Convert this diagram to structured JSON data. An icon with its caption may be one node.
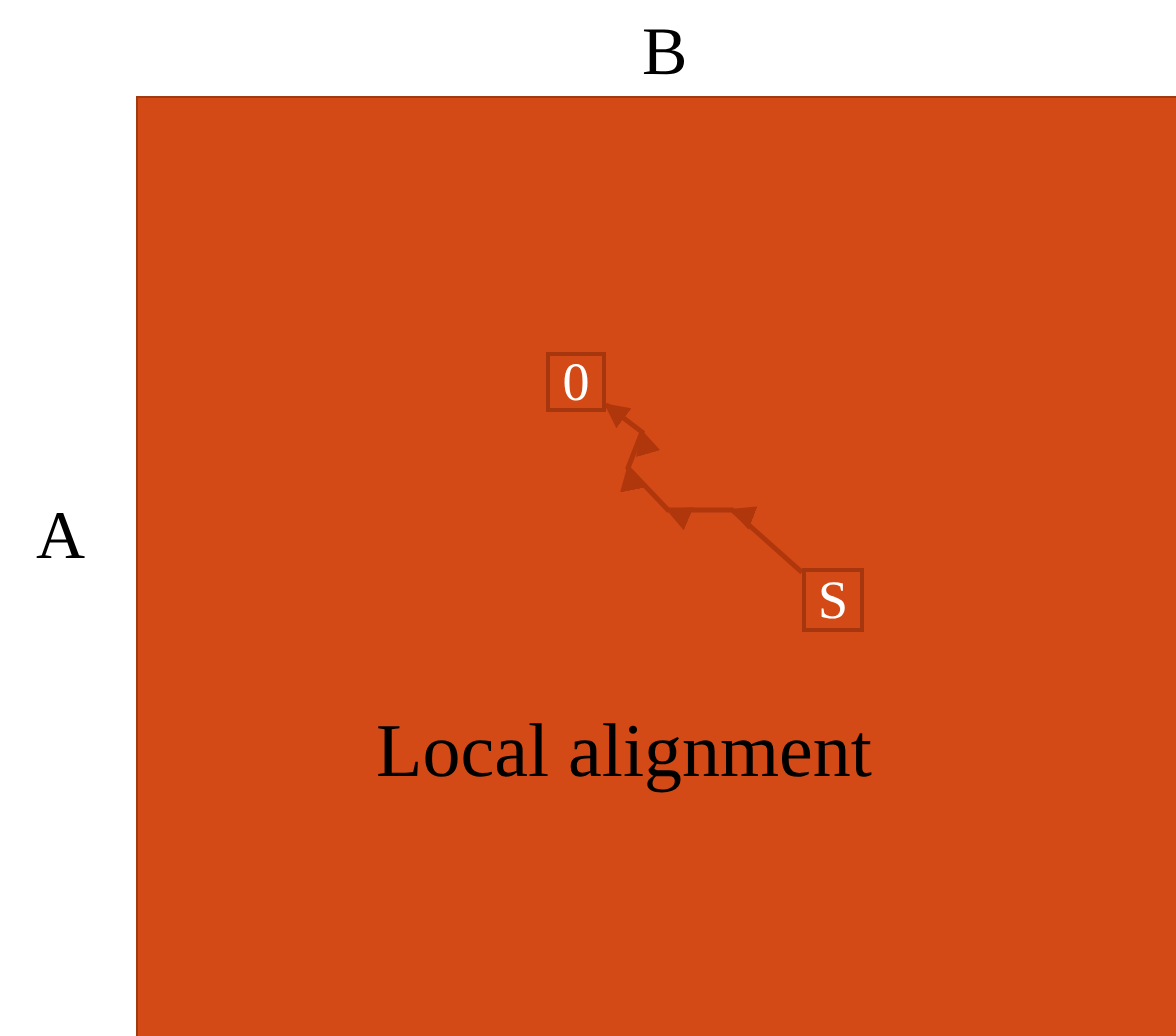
{
  "diagram": {
    "nodes": [
      {
        "text": [
          "Local alignment"
        ]
      },
      {
        "text": [
          "0"
        ],
        "in": 0
      },
      {
        "text": [
          "S"
        ],
        "in": 0
      }
    ],
    "edges": [
      {
        "from": 2,
        "to": 1,
        "arrow": "to"
      }
    ],
    "labels": [
      "B",
      "A"
    ]
  }
}
